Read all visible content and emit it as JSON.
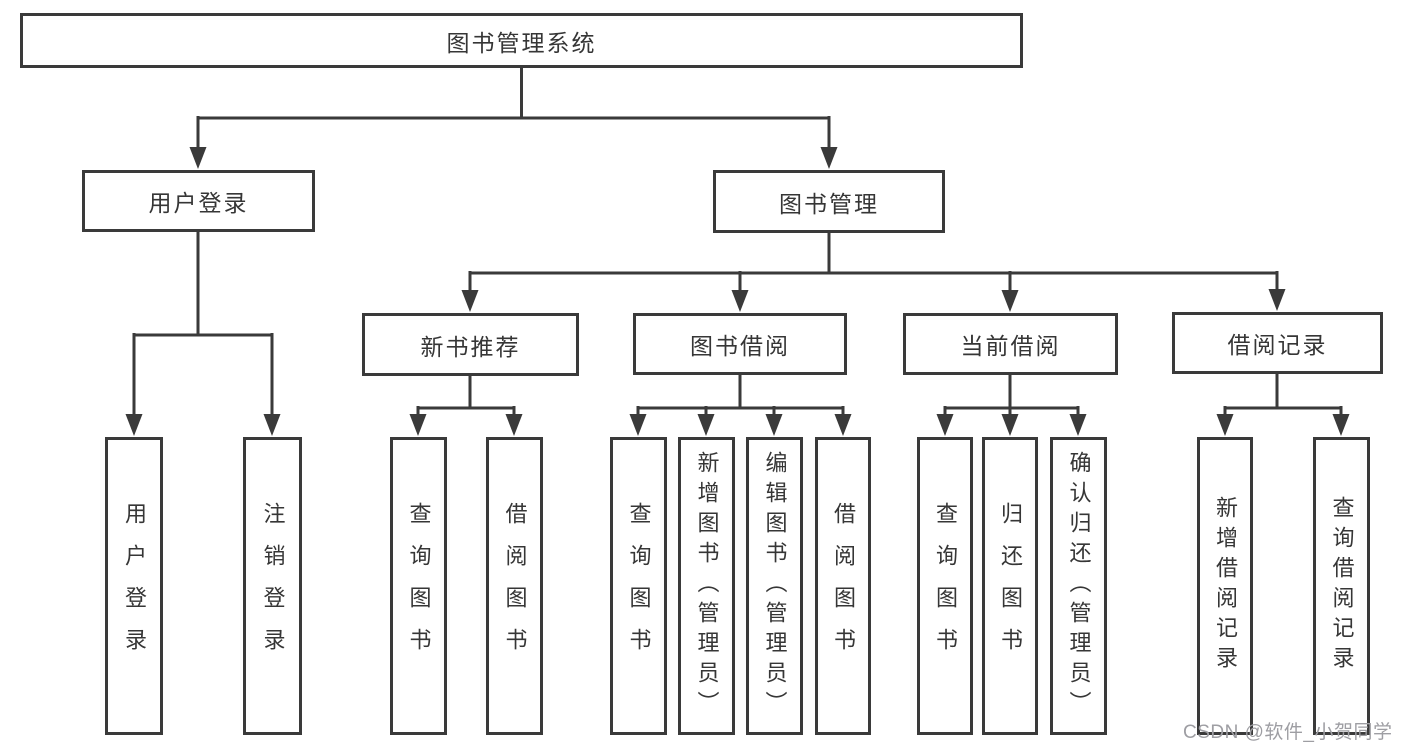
{
  "colors": {
    "line": "#3a3a3a",
    "text": "#363636",
    "background": "#ffffff",
    "watermark": "#9e9ea3"
  },
  "nodes": {
    "root": "图书管理系统",
    "level1": [
      "用户登录",
      "图书管理"
    ],
    "level2": [
      "新书推荐",
      "图书借阅",
      "当前借阅",
      "借阅记录"
    ],
    "leaves": [
      "用户登录",
      "注销登录",
      "查询图书",
      "借阅图书",
      "查询图书",
      "新增图书（管理员）",
      "编辑图书（管理员）",
      "借阅图书",
      "查询图书",
      "归还图书",
      "确认归还（管理员）",
      "新增借阅记录",
      "查询借阅记录"
    ]
  },
  "structure": {
    "图书管理系统": [
      "用户登录",
      "图书管理"
    ],
    "用户登录": [
      "用户登录",
      "注销登录"
    ],
    "图书管理": [
      "新书推荐",
      "图书借阅",
      "当前借阅",
      "借阅记录"
    ],
    "新书推荐": [
      "查询图书",
      "借阅图书"
    ],
    "图书借阅": [
      "查询图书",
      "新增图书（管理员）",
      "编辑图书（管理员）",
      "借阅图书"
    ],
    "当前借阅": [
      "查询图书",
      "归还图书",
      "确认归还（管理员）"
    ],
    "借阅记录": [
      "新增借阅记录",
      "查询借阅记录"
    ]
  },
  "watermark": {
    "text": "CSDN @软件_小贺同学"
  }
}
